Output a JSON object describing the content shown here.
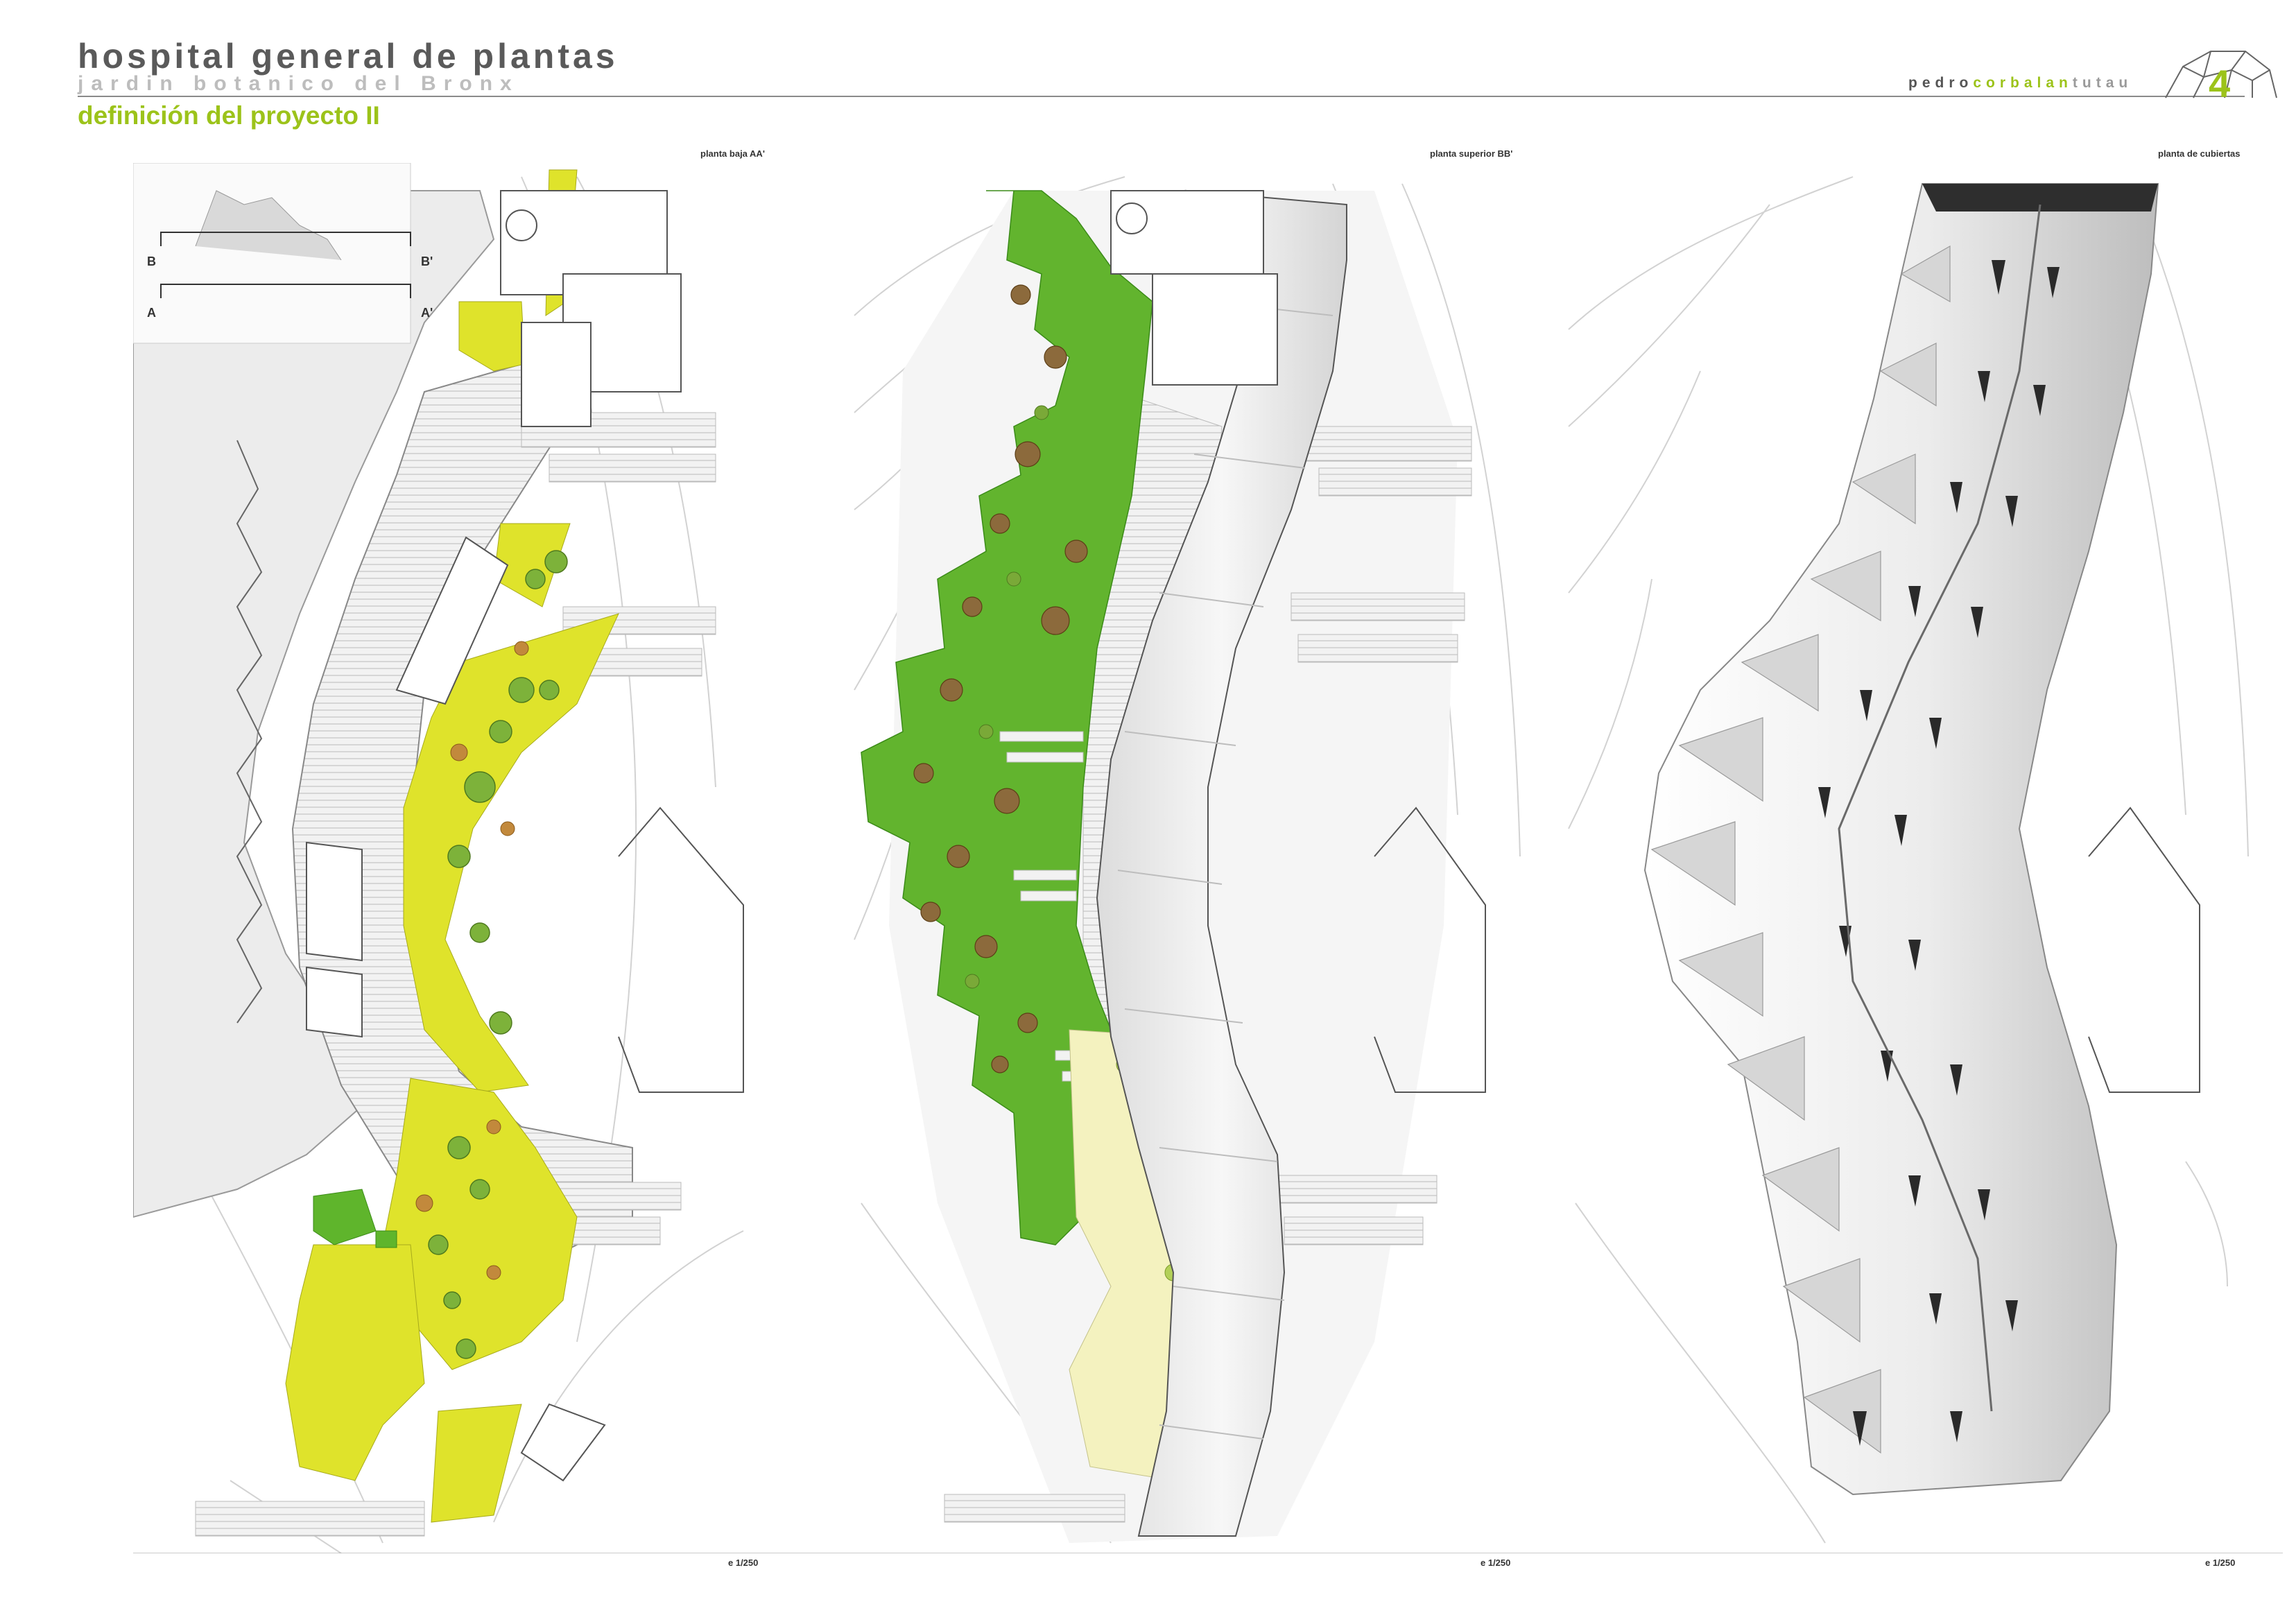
{
  "header": {
    "title": "hospital general de plantas",
    "subtitle": "jardin botanico del Bronx",
    "section": "definición del proyecto II",
    "author": {
      "part1": "pedro",
      "part2": "corbalan",
      "part3": "tutau"
    },
    "page_number": "4"
  },
  "panels": [
    {
      "label": "planta baja AA'",
      "scale": "e 1/250"
    },
    {
      "label": "planta superior BB'",
      "scale": "e 1/250"
    },
    {
      "label": "planta de cubiertas",
      "scale": "e 1/250"
    }
  ],
  "section_key": {
    "b_left": "B",
    "b_right": "B'",
    "a_left": "A",
    "a_right": "A'"
  },
  "colors": {
    "accent": "#9cc31a",
    "yellow_garden": "#dfe32b",
    "green_garden": "#5fb52c",
    "pale_yellow": "#f4f2bf",
    "roof": "#f3f3f3"
  }
}
